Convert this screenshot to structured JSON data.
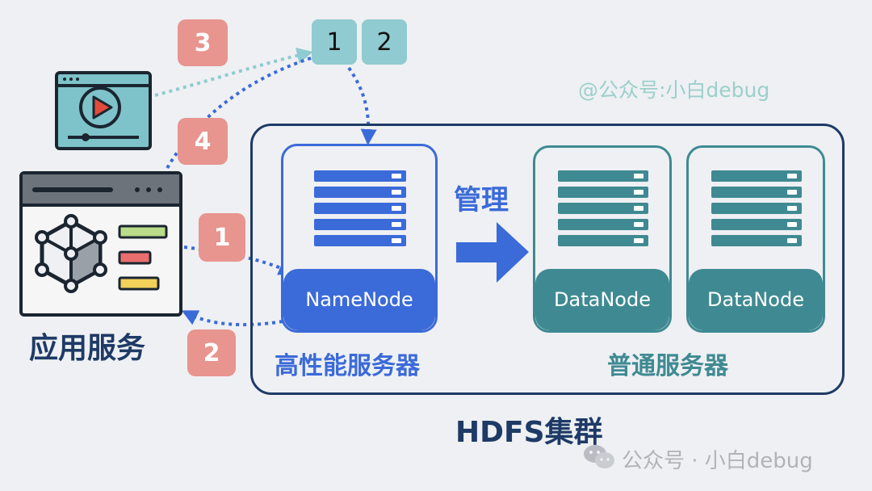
{
  "app_service": {
    "label": "应用服务"
  },
  "badges": {
    "step1": "1",
    "step2": "2",
    "step3": "3",
    "step4": "4"
  },
  "blocks": {
    "block1": "1",
    "block2": "2"
  },
  "watermark_top": "@公众号:小白debug",
  "namenode": {
    "label": "NameNode",
    "caption": "高性能服务器"
  },
  "manage": {
    "label": "管理"
  },
  "datanodes": {
    "node1": "DataNode",
    "node2": "DataNode",
    "caption": "普通服务器"
  },
  "cluster": {
    "label": "HDFS集群"
  },
  "footer": {
    "text": "公众号 · 小白debug"
  },
  "colors": {
    "blue": "#3b6ad9",
    "teal": "#3f8a92",
    "badge": "#e8948f",
    "navy": "#1e3a66",
    "block": "#8fcbd0"
  }
}
